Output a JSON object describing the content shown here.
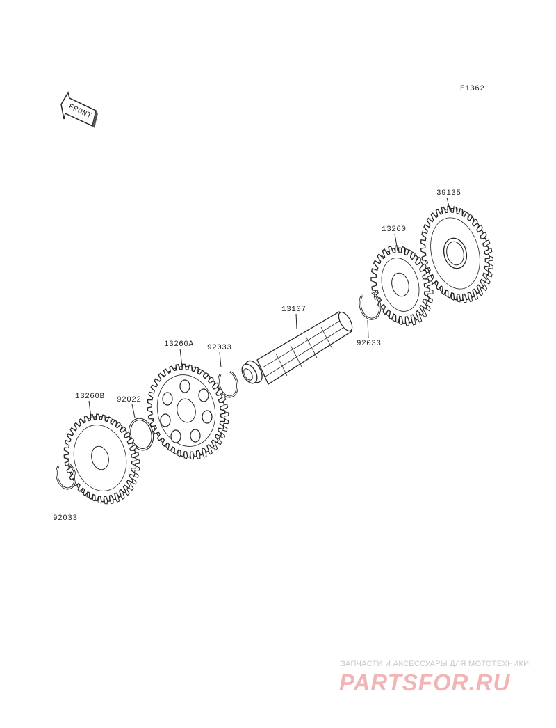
{
  "diagram_id": "E1362",
  "front_marker": "FRONT",
  "parts": {
    "gear_39135": "39135",
    "gear_13260": "13260",
    "circlip_right": "92033",
    "shaft_13107": "13107",
    "gear_13260a": "13260A",
    "circlip_mid": "92033",
    "washer_92022": "92022",
    "gear_13260b": "13260B",
    "circlip_left": "92033"
  },
  "watermark": {
    "tagline": "ЗАПЧАСТИ И АКСЕССУАРЫ ДЛЯ МОТОТЕХНИКИ",
    "brand": "PARTSFOR.RU",
    "color": "#f2b5b5"
  }
}
